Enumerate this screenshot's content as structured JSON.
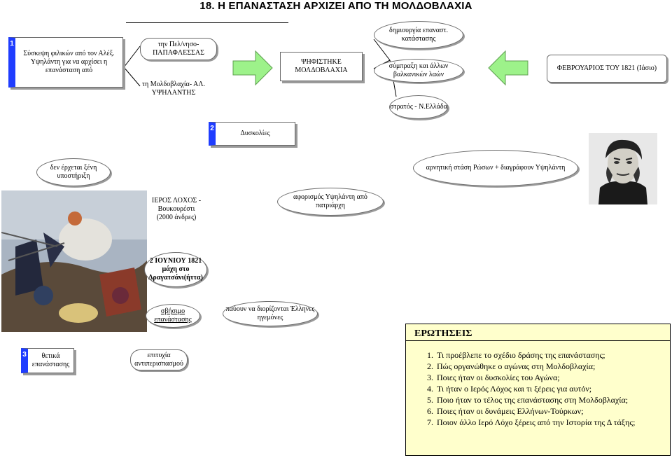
{
  "title": "18. Η ΕΠΑΝΑΣΤΑΣΗ ΑΡΧΙΖΕΙ ΑΠΟ ΤΗ ΜΟΛΔΟΒΛΑΧΙΑ",
  "section1": {
    "number": "1",
    "main": "Σύσκεψη φιλικών από τον Αλέξ. Υψηλάντη για να αρχίσει η επανάσταση από",
    "option_a": "την Πελ/νησο- ΠΑΠΑΦΛΕΣΣΑΣ",
    "option_b": "τη Μολδοβλαχία- ΑΛ. ΥΨΗΛΑΝΤΗΣ",
    "decision": "ΨΗΦΙΣΤΗΚΕ ΜΟΛΔΟΒΛΑΧΙΑ",
    "reason_1": "δημιουργία επαναστ. κατάστασης",
    "reason_2": "σύμπραξη και άλλων βαλκανικών λαών",
    "reason_3": "στρατός - Ν.Ελλάδα",
    "date_place": "ΦΕΒΡΟΥΑΡΙΟΣ ΤΟΥ 1821 (Ιάσιο)"
  },
  "section2": {
    "number": "2",
    "label": "Δυσκολίες",
    "no_help": "δεν έρχεται ξένη υποστήριξη",
    "russia": "αρνητική στάση Ρώσων + διαγράφουν Υψηλάντη",
    "sacred_band": "ΙΕΡΟΣ ΛΟΧΟΣ - Βουκουρέστι (2000 άνδρες)",
    "excommunication": "αφορισμός Υψηλάντη από πατριάρχη",
    "battle": "2 ΙΟΥΝΙΟΥ 1821 μάχη στο Δραγατσάνι(ήττα)",
    "end": "σβήσιμο επανάστασης",
    "leaders": "παύουν να διορίζονται Έλληνες ηγεμόνες"
  },
  "section3": {
    "number": "3",
    "label": "θετικά επανάστασης",
    "positive": "επιτυχία αντιπερισπασμού"
  },
  "questions": {
    "heading": "ΕΡΩΤΗΣΕΙΣ",
    "items": [
      {
        "n": "1.",
        "text": "Τι προέβλεπε το σχέδιο δράσης της επανάστασης;"
      },
      {
        "n": "2.",
        "text": "Πώς οργανώθηκε ο αγώνας στη Μολδοβλαχία;"
      },
      {
        "n": "3.",
        "text": "Ποιες ήταν οι δυσκολίες του Αγώνα;"
      },
      {
        "n": "4.",
        "text": "Τι ήταν ο Ιερός Λόχος και τι ξέρεις για αυτόν;"
      },
      {
        "n": "5.",
        "text": "Ποιο ήταν το τέλος της επανάστασης στη Μολδοβλαχία;"
      },
      {
        "n": "6.",
        "text": "Ποιες ήταν οι δυνάμεις Ελλήνων-Τούρκων;"
      },
      {
        "n": "7.",
        "text": "Ποιον άλλο Ιερό Λόχο ξέρεις από την Ιστορία της Δ τάξης;"
      }
    ]
  },
  "colors": {
    "accent_blue": "#1f3dff",
    "arrow_green": "#9df28a",
    "question_bg": "#ffffcc"
  },
  "icons": [
    "right-arrow-icon",
    "left-arrow-icon"
  ]
}
